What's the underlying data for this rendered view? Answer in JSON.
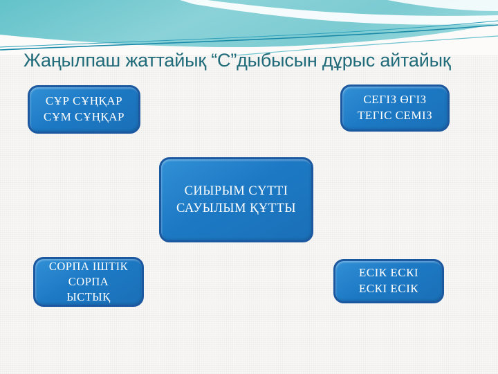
{
  "slide": {
    "title": "Жаңылпаш жаттайық “С”дыбысын дұрыс айтайық",
    "boxes": [
      {
        "position": "top-left",
        "lines": [
          "СҰР СҰҢҚАР",
          "СҰМ СҰҢҚАР"
        ]
      },
      {
        "position": "top-right",
        "lines": [
          "СЕГІЗ ӨГІЗ",
          "ТЕГІС СЕМІЗ"
        ]
      },
      {
        "position": "center",
        "lines": [
          "СИЫРЫМ СҮТТІ",
          "САУЫЛЫМ ҚҰТТЫ"
        ]
      },
      {
        "position": "bottom-left",
        "lines": [
          "СОРПА ІШТІК",
          "СОРПА",
          "ЫСТЫҚ"
        ]
      },
      {
        "position": "bottom-right",
        "lines": [
          "ЕСІК ЕСКІ",
          "ЕСКІ ЕСІК"
        ]
      }
    ],
    "colors": {
      "box_fill": "#1e7ac5",
      "box_border": "#1c589f",
      "box_text": "#ffffff",
      "title_text": "#1f6b7a",
      "header_teal": "#68c5cc",
      "header_line": "#1a8aa8",
      "background": "#f8f7f5"
    }
  }
}
